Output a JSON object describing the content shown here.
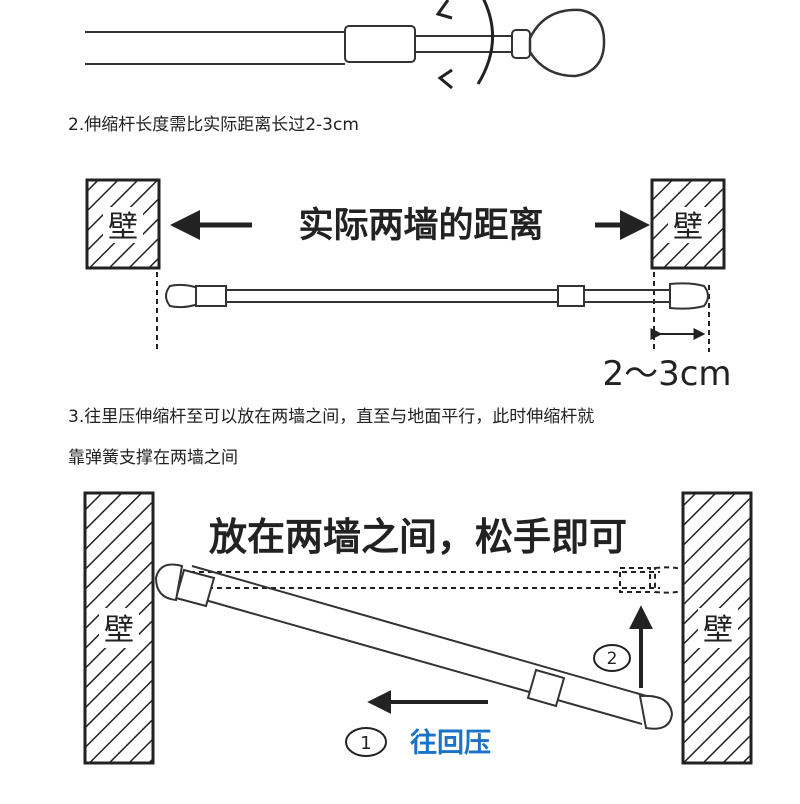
{
  "steps": {
    "step2": "2.伸缩杆长度需比实际距离长过2-3cm",
    "step3_line1": "3.往里压伸缩杆至可以放在两墙之间，直至与地面平行，此时伸缩杆就",
    "step3_line2": "靠弹簧支撑在两墙之间"
  },
  "figure2": {
    "wall_label": "壁",
    "distance_label": "实际两墙的距离",
    "extra_length_label": "2～3cm"
  },
  "figure3": {
    "wall_label": "壁",
    "instruction": "放在两墙之间，松手即可",
    "step1_marker": "1",
    "step1_text": "往回压",
    "step2_marker": "2"
  },
  "colors": {
    "line": "#222222",
    "accent_blue": "#1a73c8"
  }
}
